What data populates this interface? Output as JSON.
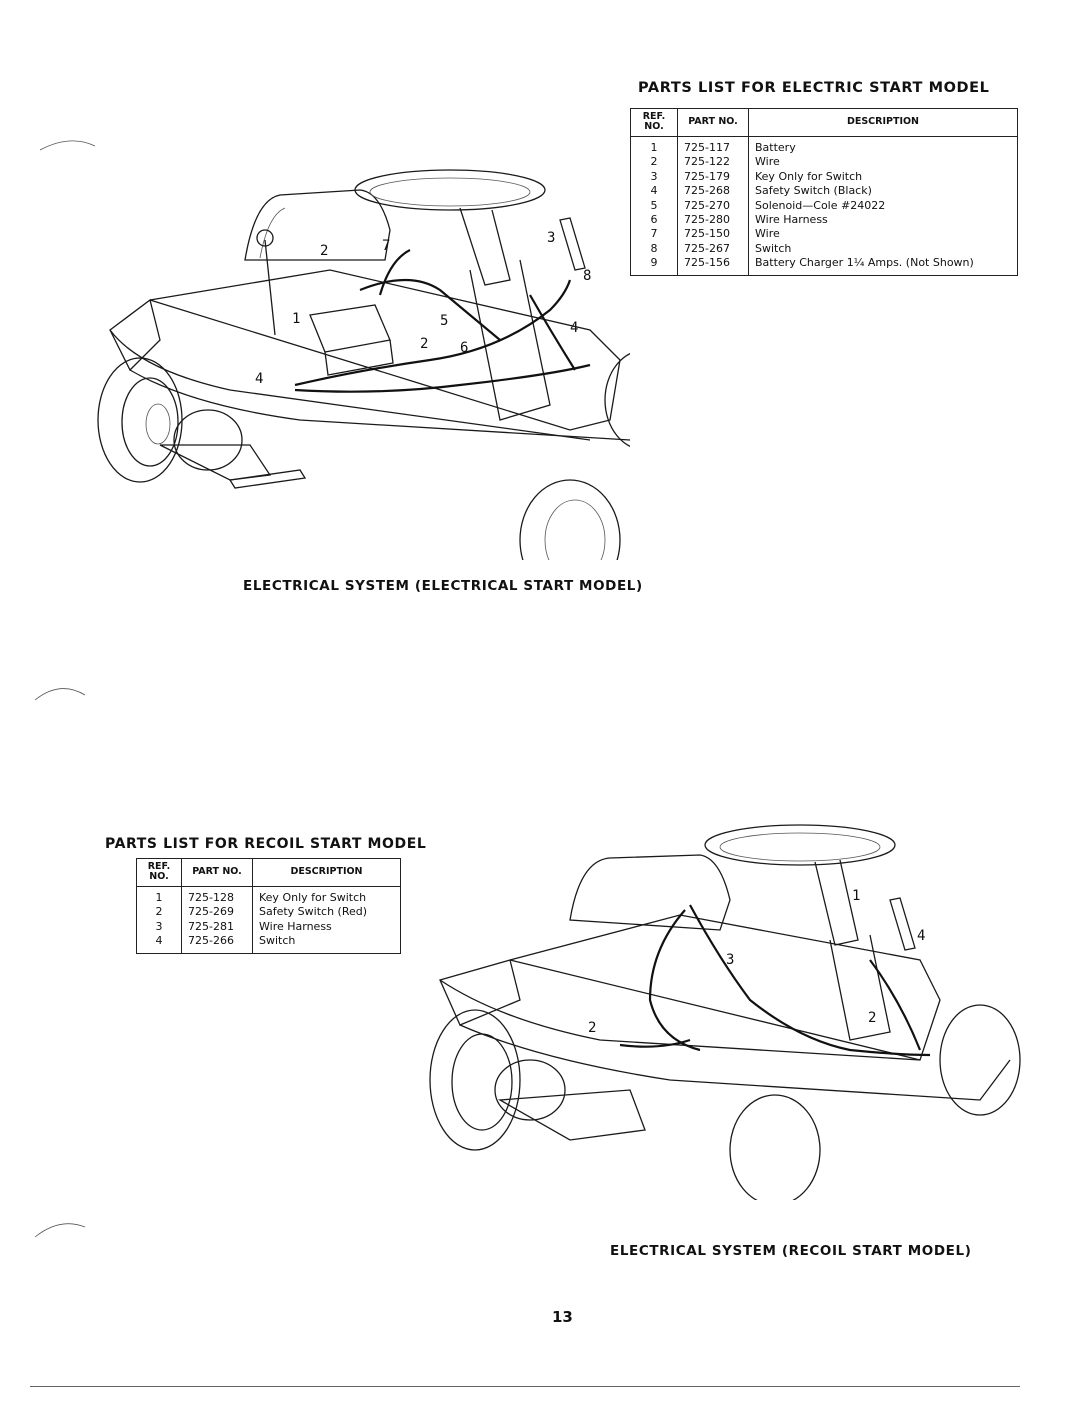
{
  "electric_parts": {
    "title": "PARTS LIST FOR ELECTRIC START MODEL",
    "headers": {
      "ref": "REF. NO.",
      "part": "PART NO.",
      "description": "DESCRIPTION"
    },
    "rows": [
      {
        "ref": "1",
        "part": "725-117",
        "desc": "Battery"
      },
      {
        "ref": "2",
        "part": "725-122",
        "desc": "Wire"
      },
      {
        "ref": "3",
        "part": "725-179",
        "desc": "Key Only for Switch"
      },
      {
        "ref": "4",
        "part": "725-268",
        "desc": "Safety Switch (Black)"
      },
      {
        "ref": "5",
        "part": "725-270",
        "desc": "Solenoid—Cole #24022"
      },
      {
        "ref": "6",
        "part": "725-280",
        "desc": "Wire Harness"
      },
      {
        "ref": "7",
        "part": "725-150",
        "desc": "Wire"
      },
      {
        "ref": "8",
        "part": "725-267",
        "desc": "Switch"
      },
      {
        "ref": "9",
        "part": "725-156",
        "desc": "Battery Charger 1¼ Amps. (Not Shown)"
      }
    ]
  },
  "electric_caption": "ELECTRICAL SYSTEM (ELECTRICAL START MODEL)",
  "electric_callouts": [
    "1",
    "2",
    "2",
    "3",
    "4",
    "4",
    "5",
    "6",
    "7",
    "8"
  ],
  "recoil_parts": {
    "title": "PARTS LIST FOR RECOIL START MODEL",
    "headers": {
      "ref": "REF. NO.",
      "part": "PART NO.",
      "description": "DESCRIPTION"
    },
    "rows": [
      {
        "ref": "1",
        "part": "725-128",
        "desc": "Key Only for Switch"
      },
      {
        "ref": "2",
        "part": "725-269",
        "desc": "Safety Switch (Red)"
      },
      {
        "ref": "3",
        "part": "725-281",
        "desc": "Wire Harness"
      },
      {
        "ref": "4",
        "part": "725-266",
        "desc": "Switch"
      }
    ]
  },
  "recoil_caption": "ELECTRICAL SYSTEM (RECOIL START MODEL)",
  "recoil_callouts": [
    "1",
    "2",
    "2",
    "3",
    "4"
  ],
  "page_number": "13"
}
